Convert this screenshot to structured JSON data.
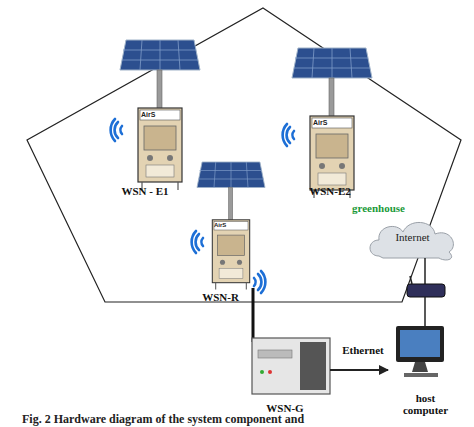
{
  "diagram": {
    "caption": "Fig. 2 Hardware diagram of the system component and",
    "nodes": [
      {
        "text": [
          "greenhouse"
        ]
      },
      {
        "text": [
          "WSN - E1"
        ],
        "in": 0
      },
      {
        "text": [
          "WSN-E2"
        ],
        "in": 0
      },
      {
        "text": [
          "WSN-R"
        ],
        "in": 0
      },
      {
        "text": [
          "WSN-G"
        ]
      },
      {
        "text": [
          "Internet"
        ]
      },
      {
        "text": [
          "host computer"
        ]
      }
    ],
    "edges": [
      {
        "from": 4,
        "to": 6,
        "label": "Ethernet",
        "arrow": "to"
      }
    ],
    "labels": [
      "AirS",
      "AirS",
      "AirS"
    ]
  }
}
